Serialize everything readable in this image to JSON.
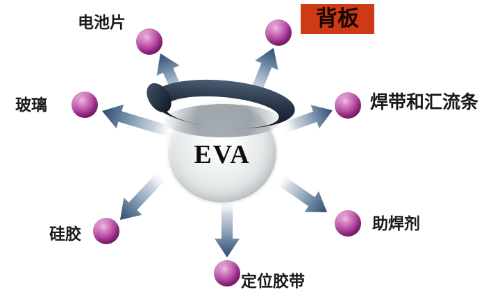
{
  "center": {
    "label": "EVA"
  },
  "nodes": [
    {
      "id": "battery",
      "label": "电池片",
      "highlight": false
    },
    {
      "id": "backsheet",
      "label": "背板",
      "highlight": true
    },
    {
      "id": "glass",
      "label": "玻璃",
      "highlight": false
    },
    {
      "id": "ribbon",
      "label": "焊带和汇流条",
      "highlight": false
    },
    {
      "id": "silicone",
      "label": "硅胶",
      "highlight": false
    },
    {
      "id": "flux",
      "label": "助焊剂",
      "highlight": false
    },
    {
      "id": "tape",
      "label": "定位胶带",
      "highlight": false
    }
  ],
  "edges": [
    {
      "from": "EVA",
      "to": "电池片"
    },
    {
      "from": "EVA",
      "to": "背板"
    },
    {
      "from": "EVA",
      "to": "玻璃"
    },
    {
      "from": "EVA",
      "to": "焊带和汇流条"
    },
    {
      "from": "EVA",
      "to": "硅胶"
    },
    {
      "from": "EVA",
      "to": "助焊剂"
    },
    {
      "from": "EVA",
      "to": "定位胶带"
    }
  ],
  "colors": {
    "highlight_box": "#ce3a13",
    "node_sphere": "#a83593",
    "arrow_head": "#2d4b6d",
    "hat_dark": "#0a0f16",
    "text": "#1a1a1a",
    "background": "#ffffff"
  }
}
